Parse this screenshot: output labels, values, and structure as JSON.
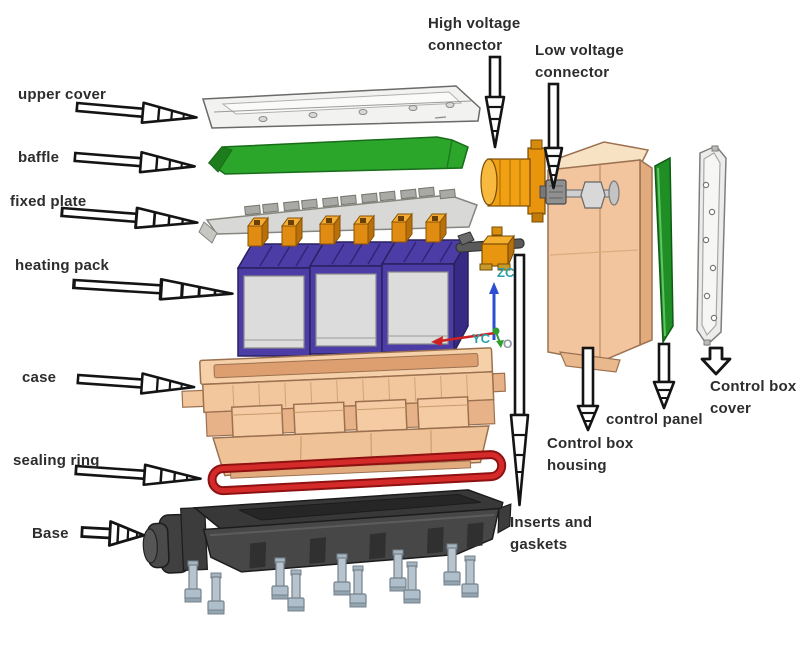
{
  "diagram": {
    "labels": {
      "upper_cover": "upper cover",
      "baffle": "baffle",
      "fixed_plate": "fixed plate",
      "heating_pack": "heating pack",
      "case": "case",
      "sealing_ring": "sealing ring",
      "base": "Base",
      "high_voltage_connector": "High voltage connector",
      "low_voltage_connector": "Low voltage connector",
      "control_box_housing": "Control box housing",
      "control_panel": "control panel",
      "control_box_cover": "Control box cover",
      "inserts_and_gaskets": "Inserts and gaskets"
    },
    "axis_labels": {
      "z": "ZC",
      "y": "YC",
      "origin": "O"
    },
    "colors": {
      "baffle_green": "#2ba62b",
      "control_panel_green": "#1f8f25",
      "heating_pack_purple": "#4c3ca6",
      "terminal_orange": "#e8960f",
      "case_peach": "#f2c79e",
      "sealing_ring_red": "#d42a2a",
      "base_gray": "#474747",
      "bolt_gray": "#b7c4cd",
      "hv_connector_orange": "#f0a012",
      "axis_blue": "#2b4fd0",
      "axis_red": "#cc2222",
      "axis_teal": "#2aa0a6"
    }
  }
}
